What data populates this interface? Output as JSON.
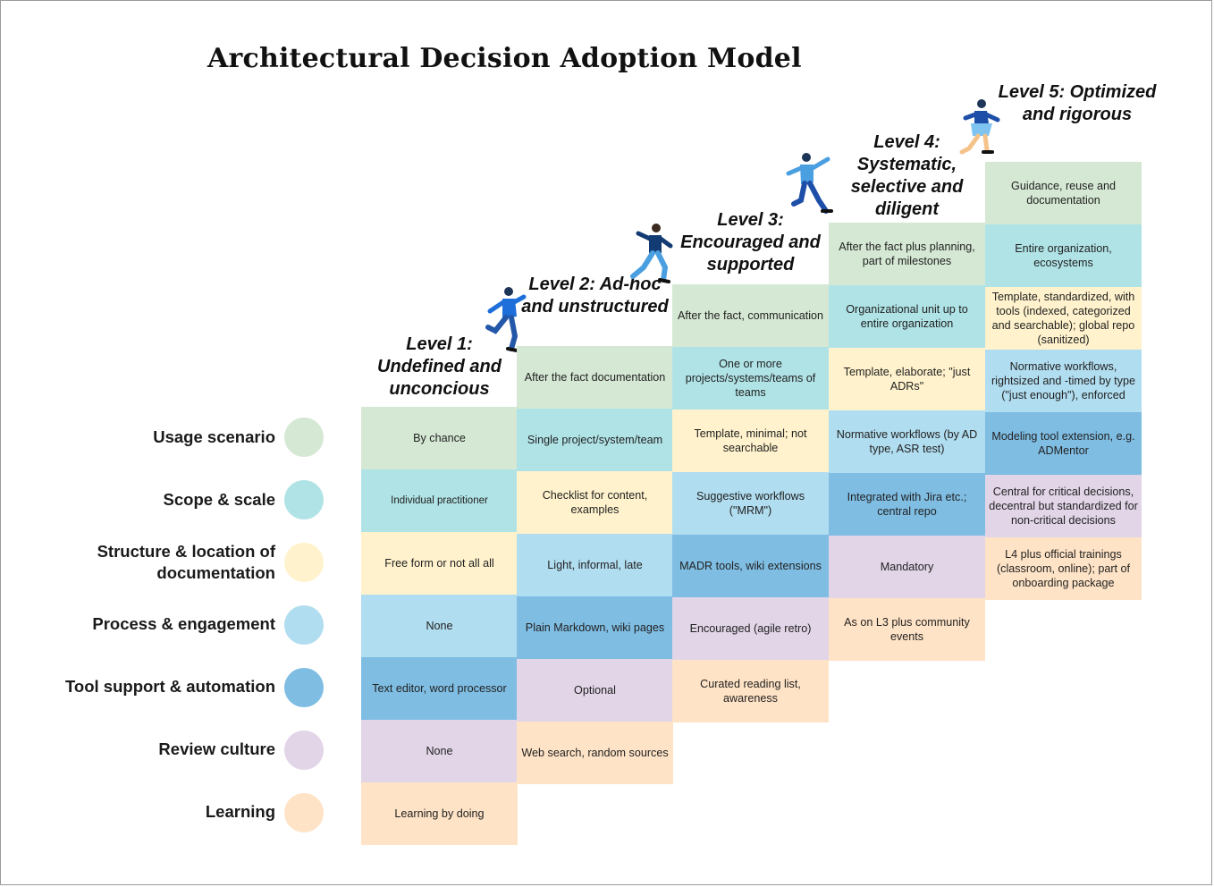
{
  "title": "Architectural Decision Adoption Model",
  "colors": {
    "usage": "#d5e8d4",
    "scope": "#b0e3e6",
    "structure": "#fff2cc",
    "process": "#b1ddf0",
    "tool": "#7fbde3",
    "review": "#e1d5e7",
    "learning": "#ffe3c6"
  },
  "dimensions": [
    {
      "key": "usage",
      "label": "Usage scenario"
    },
    {
      "key": "scope",
      "label": "Scope & scale"
    },
    {
      "key": "structure",
      "label": "Structure & location of documentation"
    },
    {
      "key": "process",
      "label": "Process & engagement"
    },
    {
      "key": "tool",
      "label": "Tool support & automation"
    },
    {
      "key": "review",
      "label": "Review culture"
    },
    {
      "key": "learning",
      "label": "Learning"
    }
  ],
  "levels": [
    {
      "heading": "Level 1: Undefined and unconcious",
      "cells": [
        "By chance",
        "Individual practitioner",
        "Free form or not all all",
        "None",
        "Text editor, word processor",
        "None",
        "Learning by doing"
      ]
    },
    {
      "heading": "Level 2: Ad-hoc and unstructured",
      "cells": [
        "After the fact documentation",
        "Single project/system/team",
        "Checklist for content, examples",
        "Light, informal, late",
        "Plain Markdown, wiki pages",
        "Optional",
        "Web search, random sources"
      ]
    },
    {
      "heading": "Level 3: Encouraged and supported",
      "cells": [
        "After the fact, communication",
        "One or more projects/systems/teams of teams",
        "Template, minimal; not searchable",
        "Suggestive workflows (\"MRM\")",
        "MADR tools, wiki extensions",
        "Encouraged (agile retro)",
        "Curated reading list, awareness"
      ]
    },
    {
      "heading": "Level 4: Systematic, selective and diligent",
      "cells": [
        "After the fact plus planning, part of milestones",
        "Organizational unit up to entire organization",
        "Template, elaborate; \"just ADRs\"",
        "Normative workflows (by AD type, ASR test)",
        "Integrated with Jira etc.; central repo",
        "Mandatory",
        "As on L3 plus community events"
      ]
    },
    {
      "heading": "Level 5: Optimized and rigorous",
      "cells": [
        "Guidance, reuse and documentation",
        "Entire organization, ecosystems",
        "Template, standardized, with tools (indexed, categorized and searchable); global repo (sanitized)",
        "Normative workflows, rightsized and -timed by type (\"just enough\"), enforced",
        "Modeling tool extension, e.g. ADMentor",
        "Central for critical decisions, decentral but standardized for non-critical decisions",
        "L4 plus official trainings (classroom, online); part of onboarding package"
      ]
    }
  ]
}
